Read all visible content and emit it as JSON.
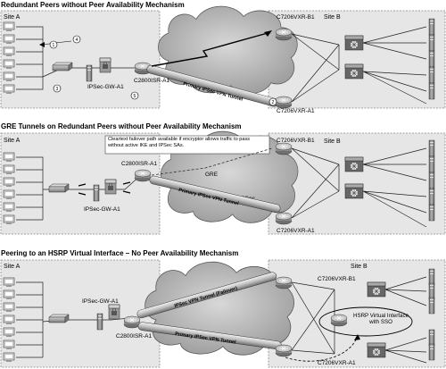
{
  "panels": [
    {
      "title": "Redundant Peers without Peer Availability Mechanism",
      "site_a": "Site A",
      "site_b": "Site B",
      "router_a": "C2800ISR-A1",
      "gateway": "IPSec-GW-A1",
      "router_b1": "C7206VXR-B1",
      "router_b2": "C7206VXR-A1",
      "tunnel": "Primary IPSec VPN Tunnel",
      "steps": [
        "1",
        "2",
        "3",
        "4",
        "5"
      ]
    },
    {
      "title": "GRE Tunnels on Redundant Peers without Peer Availability Mechanism",
      "site_a": "Site A",
      "site_b": "Site B",
      "router_a": "C2800ISR-A1",
      "gateway": "IPSec-GW-A1",
      "router_b1": "C7206VXR-B1",
      "router_b2": "C7206VXR-A1",
      "tunnel": "Primary IPSec VPN Tunnel",
      "gre": "GRE",
      "gre_ipsec": "GRE + IPSec",
      "callout": "Cleartext failover path available if encryptor allows traffic to pass without active IKE and IPSec SAs."
    },
    {
      "title": "Peering to an HSRP Virtual Interface – No Peer Availability Mechanism",
      "site_a": "Site A",
      "site_b": "Site B",
      "router_a": "C2800ISR-A1",
      "gateway": "IPSec-GW-A1",
      "router_b1": "C7206VXR-B1",
      "router_b2": "C7206VXR-A1",
      "tunnel": "Primary IPSec VPN Tunnel",
      "failover_tunnel": "IPSec VPN Tunnel (Failover)",
      "hsrp": "HSRP Virtual Interface with SSO"
    }
  ]
}
